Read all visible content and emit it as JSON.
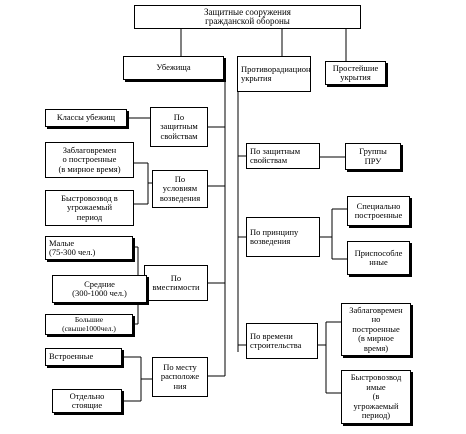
{
  "root": "Защитные сооружения\nгражданской обороны",
  "categories": {
    "shelters": "Убежища",
    "radiation_shelters": "Противорадиационные\nукрытия",
    "simple_shelters": "Простейшие\nукрытия"
  },
  "shelter_criteria": {
    "by_protection": "По\nзащитным\nсвойствам",
    "by_construction": "По\nусловиям\nвозведения",
    "by_capacity": "По\nвместимости",
    "by_location": "По      месту\nрасположе\nния"
  },
  "shelter_types": {
    "classes": "Классы убежищ",
    "prebuilt": "Заблаговремен\nо построенные\n(в мирное время)",
    "rapid": "Быстровозвод  в\nугрожаемый\nпериод",
    "small": "Малые\n(75-300 чел.)",
    "medium": "Средние\n(300-1000 чел.)",
    "large": "Большие\n(свыше1000чел.)",
    "built_in": "Встроенные",
    "standalone": "Отдельно\nстоящие"
  },
  "pru_criteria": {
    "by_protection": "По защитным\nсвойствам",
    "by_principle": "По принципу\nвозведения",
    "by_time": "По времени\nстроительства"
  },
  "pru_types": {
    "groups": "Группы\nПРУ",
    "special": "Специально\nпостроенные",
    "adapted": "Приспособле\nнные",
    "prebuilt": "Заблаговремен\nно\nпостроенные\n(в мирное\nвремя)",
    "rapid": "Быстровозвод\nимые\n(в\nугрожаемый\nпериод)"
  }
}
